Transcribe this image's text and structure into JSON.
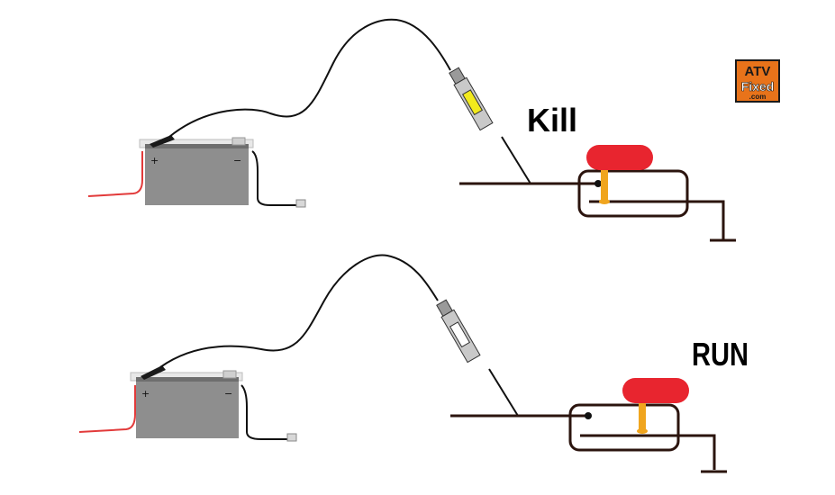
{
  "logo": {
    "line1": "ATV",
    "line2": "Fixed",
    "line3": ".com"
  },
  "states": [
    {
      "label": "Kill",
      "tester_lit": true,
      "switch": "kill"
    },
    {
      "label": "RUN",
      "tester_lit": false,
      "switch": "run"
    }
  ],
  "battery": {
    "positive_sign": "+",
    "negative_sign": "−"
  },
  "colors": {
    "wire": "#111111",
    "circuit": "#2b140e",
    "positive_lead": "#e23a3a",
    "battery_body": "#8e8e8e",
    "switch_button": "#e8252f",
    "switch_stem": "#f0a51e",
    "tester_lamp_lit": "#f2ea1d",
    "tester_lamp_off": "#ffffff",
    "logo_bg": "#e8731a",
    "logo_frame": "#1a1a1a"
  }
}
